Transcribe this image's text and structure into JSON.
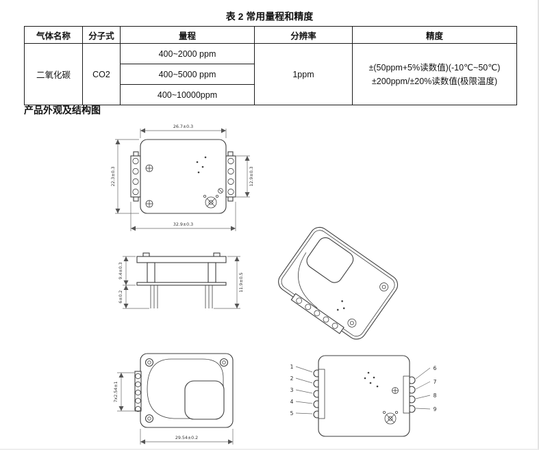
{
  "page": {
    "table_title": "表 2 常用量程和精度",
    "section_title": "产品外观及结构图"
  },
  "table": {
    "headers": [
      "气体名称",
      "分子式",
      "量程",
      "分辨率",
      "精度"
    ],
    "gas_name": "二氧化碳",
    "formula": "CO2",
    "ranges": [
      "400~2000 ppm",
      "400~5000 ppm",
      "400~10000ppm"
    ],
    "resolution": "1ppm",
    "accuracy_line1": "±(50ppm+5%读数值)(-10℃~50℃)",
    "accuracy_line2": "±200ppm/±20%读数值(极限温度)"
  },
  "dims": {
    "top_view": {
      "width_body": "26.7±0.3",
      "height_body": "22.3±0.3",
      "height_connector": "12.9±0.3",
      "width_total": "32.9±0.3"
    },
    "side_view": {
      "height_body": "9.4±0.3",
      "pin_length": "6±0.2",
      "height_total": "11.9±0.5"
    },
    "bottom_view": {
      "pin_pitch": "7x2.54±1",
      "width": "29.54±0.2"
    },
    "pin_labels": {
      "left": [
        "1",
        "2",
        "3",
        "4",
        "5"
      ],
      "right": [
        "6",
        "7",
        "8",
        "9"
      ]
    }
  }
}
